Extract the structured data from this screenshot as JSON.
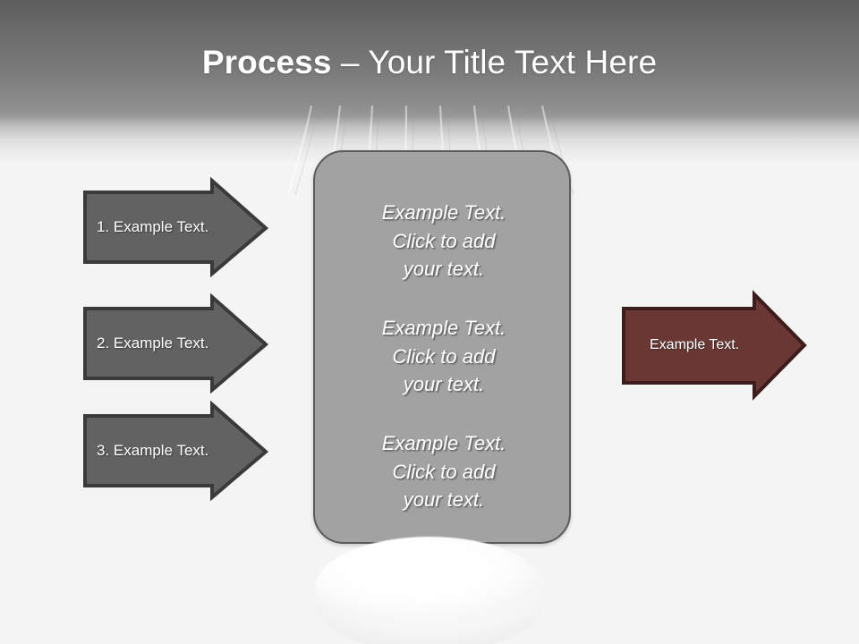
{
  "slide": {
    "background_color": "#f4f4f4",
    "header_gradient_top": "#5e5e5e",
    "header_gradient_bottom": "#f1f1f1"
  },
  "title": {
    "bold_part": "Process ",
    "light_part": "– Your Title Text Here",
    "color": "#ffffff"
  },
  "left_arrows": [
    {
      "label": "1. Example Text.",
      "fill": "#626262",
      "stroke": "#3a3a3a"
    },
    {
      "label": "2. Example Text.",
      "fill": "#626262",
      "stroke": "#3a3a3a"
    },
    {
      "label": "3. Example Text.",
      "fill": "#626262",
      "stroke": "#3a3a3a"
    }
  ],
  "center_panel": {
    "fill": "#a2a2a2",
    "stroke": "#5b5b5b",
    "paragraphs": [
      {
        "line1": "Example Text.",
        "line2": "Click  to add",
        "line3": "your text."
      },
      {
        "line1": "Example Text.",
        "line2": "Click  to add",
        "line3": "your text."
      },
      {
        "line1": "Example Text.",
        "line2": "Click  to add",
        "line3": "your text."
      }
    ]
  },
  "right_arrow": {
    "label": "Example Text.",
    "fill": "#6b3734",
    "stroke": "#3c1d1b"
  }
}
